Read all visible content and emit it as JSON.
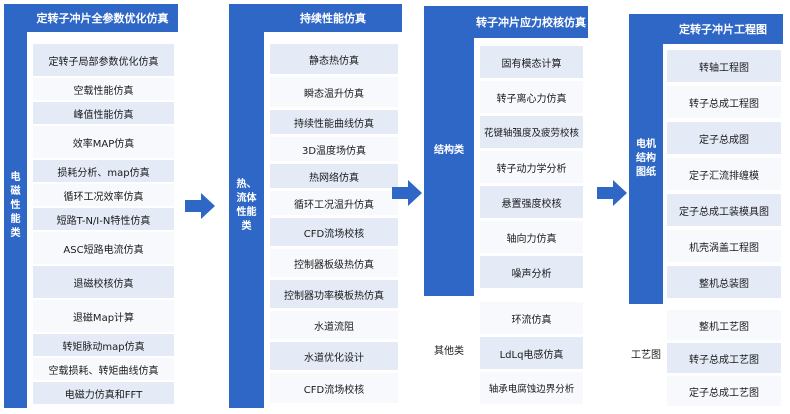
{
  "panel1": {
    "category": "电磁性能类",
    "header": "定转子冲片全参数优化仿真",
    "items": [
      "定转子局部参数优化仿真",
      "空载性能仿真",
      "峰值性能仿真",
      "效率MAP仿真",
      "损耗分析、map仿真",
      "循环工况效率仿真",
      "短路T-N/I-N特性仿真",
      "ASC短路电流仿真",
      "退磁校核仿真",
      "退磁Map计算",
      "转矩脉动map仿真",
      "空载损耗、转矩曲线仿真",
      "电磁力仿真和FFT"
    ]
  },
  "panel2": {
    "category": "热、流体性能类",
    "header": "持续性能仿真",
    "items": [
      "静态热仿真",
      "瞬态温升仿真",
      "持续性能曲线仿真",
      "3D温度场仿真",
      "热网络仿真",
      "循环工况温升仿真",
      "CFD流场校核",
      "控制器板级热仿真",
      "控制器功率模板热仿真",
      "水道流阻",
      "水道优化设计",
      "CFD流场校核"
    ]
  },
  "panel3": {
    "category1": "结构类",
    "category2": "其他类",
    "header": "转子冲片应力校核仿真",
    "items1": [
      "固有模态计算",
      "转子离心力仿真",
      "花键轴强度及疲劳校核",
      "转子动力学分析",
      "悬置强度校核",
      "轴向力仿真",
      "噪声分析"
    ],
    "items2": [
      "环流仿真",
      "LdLq电感仿真",
      "轴承电腐蚀边界分析"
    ]
  },
  "panel4": {
    "category1": "电机结构图纸",
    "category2": "工艺图",
    "header": "定转子冲片工程图",
    "items1": [
      "转轴工程图",
      "转子总成工程图",
      "定子总成图",
      "定子汇流排缠模",
      "定子总成工装模具图",
      "机壳涡盖工程图",
      "整机总装图"
    ],
    "items2": [
      "整机工艺图",
      "转子总成工艺图",
      "定子总成工艺图"
    ]
  },
  "colors": {
    "accent": "#2f67c7",
    "cell_light": "#e4ebf7",
    "cell_white": "#f7f9fc"
  }
}
